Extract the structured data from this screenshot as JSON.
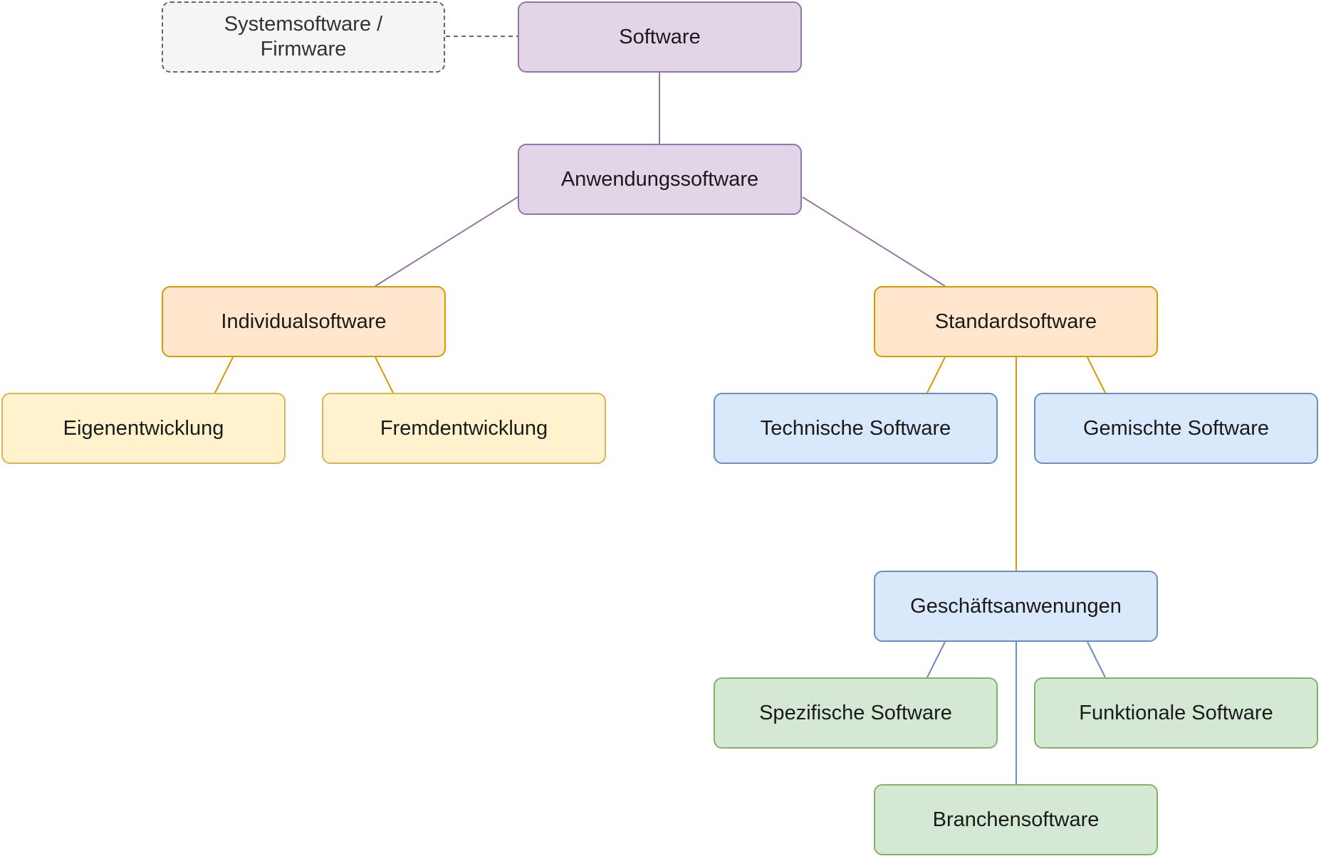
{
  "diagram": {
    "nodes": [
      {
        "id": "systemsoftware",
        "label": "Systemsoftware /\nFirmware",
        "fill": "#f5f5f5",
        "stroke": "#666666",
        "dashed": true
      },
      {
        "id": "software",
        "label": "Software",
        "fill": "#e1d5e7",
        "stroke": "#9673a6"
      },
      {
        "id": "anwendungssoftware",
        "label": "Anwendungssoftware",
        "fill": "#e1d5e7",
        "stroke": "#9673a6"
      },
      {
        "id": "individualsoftware",
        "label": "Individualsoftware",
        "fill": "#ffe6cc",
        "stroke": "#d79b00"
      },
      {
        "id": "standardsoftware",
        "label": "Standardsoftware",
        "fill": "#ffe6cc",
        "stroke": "#d79b00"
      },
      {
        "id": "eigenentwicklung",
        "label": "Eigenentwicklung",
        "fill": "#fff2cc",
        "stroke": "#d6b656"
      },
      {
        "id": "fremdentwicklung",
        "label": "Fremdentwicklung",
        "fill": "#fff2cc",
        "stroke": "#d6b656"
      },
      {
        "id": "technische-software",
        "label": "Technische Software",
        "fill": "#dae8fc",
        "stroke": "#6c8ebf"
      },
      {
        "id": "gemischte-software",
        "label": "Gemischte Software",
        "fill": "#dae8fc",
        "stroke": "#6c8ebf"
      },
      {
        "id": "geschaeftsanwenungen",
        "label": "Geschäftsanwenungen",
        "fill": "#dae8fc",
        "stroke": "#6c8ebf"
      },
      {
        "id": "spezifische-software",
        "label": "Spezifische Software",
        "fill": "#d5e8d4",
        "stroke": "#82b366"
      },
      {
        "id": "funktionale-software",
        "label": "Funktionale Software",
        "fill": "#d5e8d4",
        "stroke": "#82b366"
      },
      {
        "id": "branchensoftware",
        "label": "Branchensoftware",
        "fill": "#d5e8d4",
        "stroke": "#82b366"
      }
    ],
    "edges": [
      {
        "from": "systemsoftware",
        "to": "software",
        "color": "#666666",
        "dashed": true
      },
      {
        "from": "software",
        "to": "anwendungssoftware",
        "color": "#9673a6"
      },
      {
        "from": "anwendungssoftware",
        "to": "individualsoftware",
        "color": "#9673a6"
      },
      {
        "from": "anwendungssoftware",
        "to": "standardsoftware",
        "color": "#9673a6"
      },
      {
        "from": "individualsoftware",
        "to": "eigenentwicklung",
        "color": "#d79b00"
      },
      {
        "from": "individualsoftware",
        "to": "fremdentwicklung",
        "color": "#d79b00"
      },
      {
        "from": "standardsoftware",
        "to": "technische-software",
        "color": "#d79b00"
      },
      {
        "from": "standardsoftware",
        "to": "gemischte-software",
        "color": "#d79b00"
      },
      {
        "from": "standardsoftware",
        "to": "geschaeftsanwenungen",
        "color": "#d79b00"
      },
      {
        "from": "geschaeftsanwenungen",
        "to": "spezifische-software",
        "color": "#6c8ebf"
      },
      {
        "from": "geschaeftsanwenungen",
        "to": "funktionale-software",
        "color": "#6c8ebf"
      },
      {
        "from": "geschaeftsanwenungen",
        "to": "branchensoftware",
        "color": "#6c8ebf"
      }
    ]
  }
}
